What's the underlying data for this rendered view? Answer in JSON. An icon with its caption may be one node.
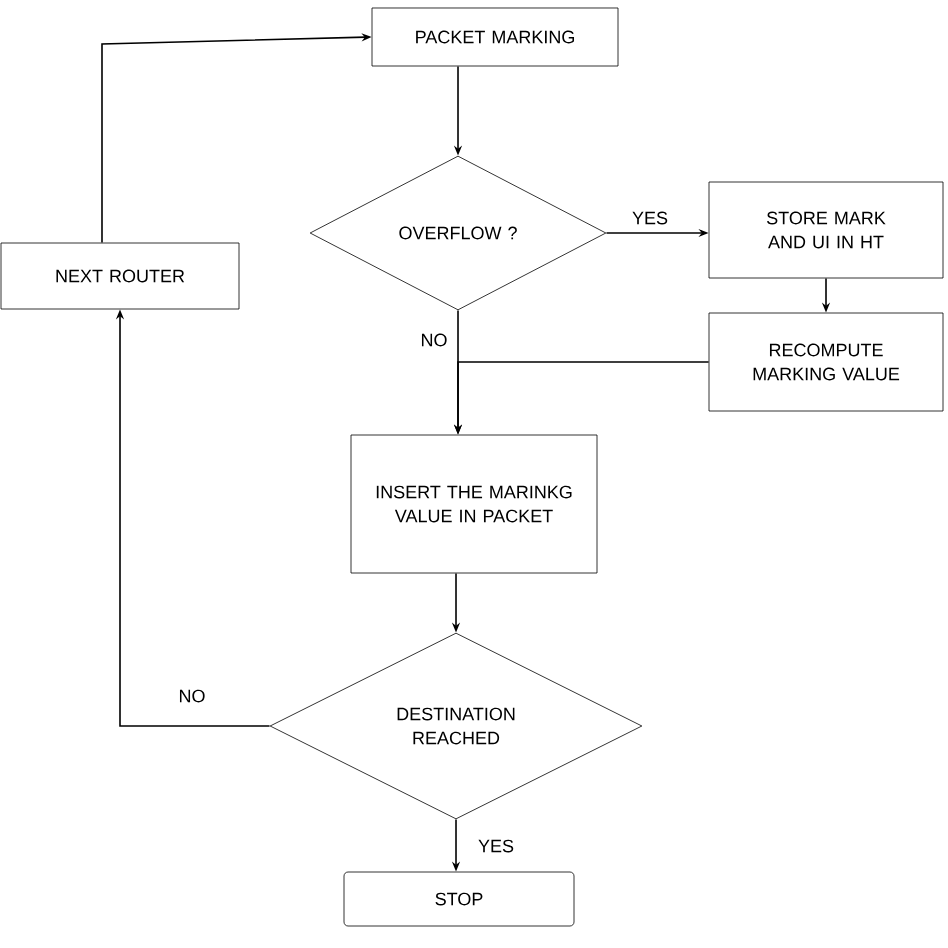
{
  "diagram": {
    "nodes": [
      {
        "text": [
          "PACKET MARKING"
        ]
      },
      {
        "text": [
          "OVERFLOW ?"
        ]
      },
      {
        "text": [
          "STORE MARK AND UI IN HT"
        ]
      },
      {
        "text": [
          "RECOMPUTE MARKING VALUE"
        ]
      },
      {
        "text": [
          "NEXT ROUTER"
        ]
      },
      {
        "text": [
          "INSERT THE MARINKG VALUE IN PACKET"
        ]
      },
      {
        "text": [
          "DESTINATION REACHED"
        ]
      },
      {
        "text": [
          "STOP"
        ]
      }
    ],
    "edges": [
      {
        "from": 0,
        "to": 1,
        "arrow": "to"
      },
      {
        "from": 1,
        "to": 2,
        "arrow": "to",
        "label": "YES"
      },
      {
        "from": 2,
        "to": 3,
        "arrow": "to"
      },
      {
        "from": 1,
        "to": 5,
        "arrow": "to",
        "label": "NO"
      },
      {
        "from": 3,
        "to": 5,
        "arrow": "to"
      },
      {
        "from": 5,
        "to": 6,
        "arrow": "to"
      },
      {
        "from": 6,
        "to": 4,
        "arrow": "to",
        "label": "NO"
      },
      {
        "from": 6,
        "to": 7,
        "arrow": "to",
        "label": "YES"
      },
      {
        "from": 4,
        "to": 0,
        "arrow": "to"
      }
    ]
  }
}
